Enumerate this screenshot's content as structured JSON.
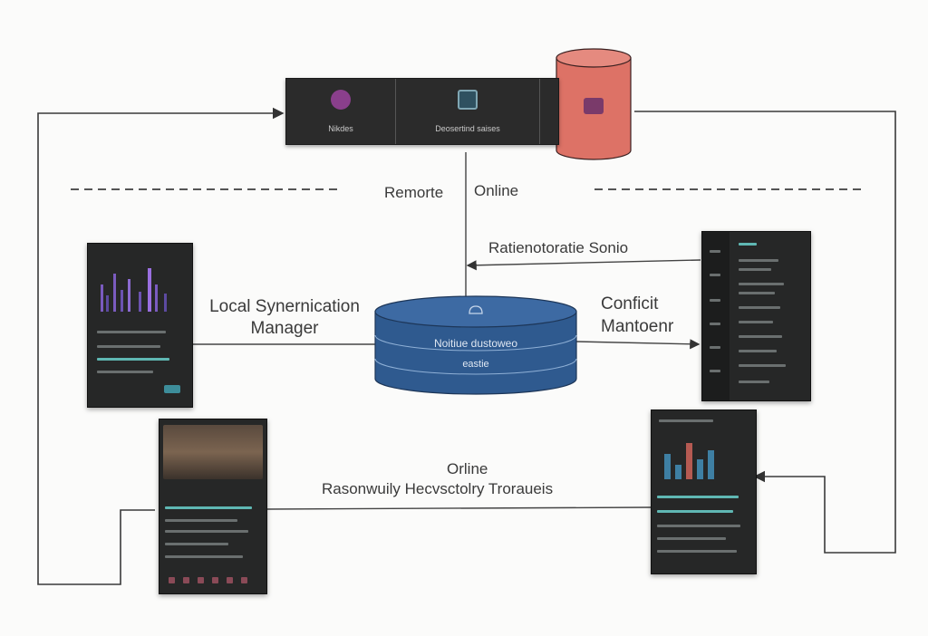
{
  "labels": {
    "remote": "Remorte",
    "online_top": "Online",
    "resolution_service": "Ratienotoratie Sonio",
    "local_sync_manager": "Local Synernication\nManager",
    "conflict_manager": "Conficit\nMantoenr",
    "online_bottom": "Orline",
    "responsive_transfers": "Rasonwuily Hecvsctolry Troraueis"
  },
  "server_bar": {
    "segment_1": "Nikdes",
    "segment_2": "Deosertind saises"
  },
  "remote_db": {
    "caption": ""
  },
  "central_db": {
    "line_1": "Noitiue dustoweo",
    "line_2": "eastie"
  },
  "colors": {
    "central_db": "#2f5a8f",
    "remote_db": "#dd7266",
    "panel_bg": "#262727",
    "accent_teal": "#5fb7b3",
    "accent_purple": "#7a5bbf"
  },
  "icons": [
    "cloud-icon",
    "server-icon",
    "chip-icon",
    "lock-icon"
  ]
}
